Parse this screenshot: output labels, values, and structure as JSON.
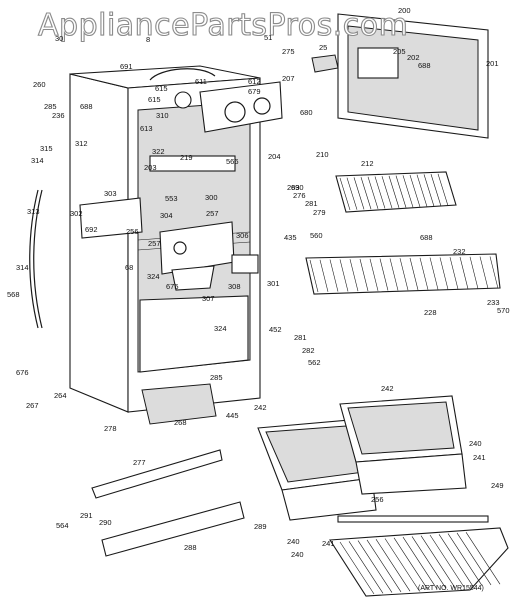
{
  "watermark": "AppliancePartsPros.com",
  "art_note": "(ART NO. WR15544)",
  "labels": [
    "30",
    "8",
    "51",
    "200",
    "275",
    "207",
    "25",
    "205",
    "202",
    "688",
    "201",
    "691",
    "611",
    "612",
    "615",
    "679",
    "260",
    "285",
    "236",
    "688",
    "310",
    "613",
    "680",
    "615",
    "322",
    "312",
    "314",
    "315",
    "566",
    "204",
    "210",
    "212",
    "219",
    "203",
    "690",
    "283",
    "276",
    "281",
    "279",
    "560",
    "313",
    "303",
    "553",
    "300",
    "257",
    "304",
    "302",
    "692",
    "256",
    "306",
    "257",
    "435",
    "68",
    "308",
    "301",
    "324",
    "675",
    "307",
    "688",
    "232",
    "314",
    "568",
    "228",
    "233",
    "570",
    "324",
    "452",
    "281",
    "282",
    "562",
    "676",
    "264",
    "267",
    "242",
    "242",
    "240",
    "285",
    "268",
    "445",
    "278",
    "241",
    "277",
    "249",
    "291",
    "564",
    "290",
    "289",
    "288",
    "240",
    "241",
    "256",
    "240"
  ]
}
